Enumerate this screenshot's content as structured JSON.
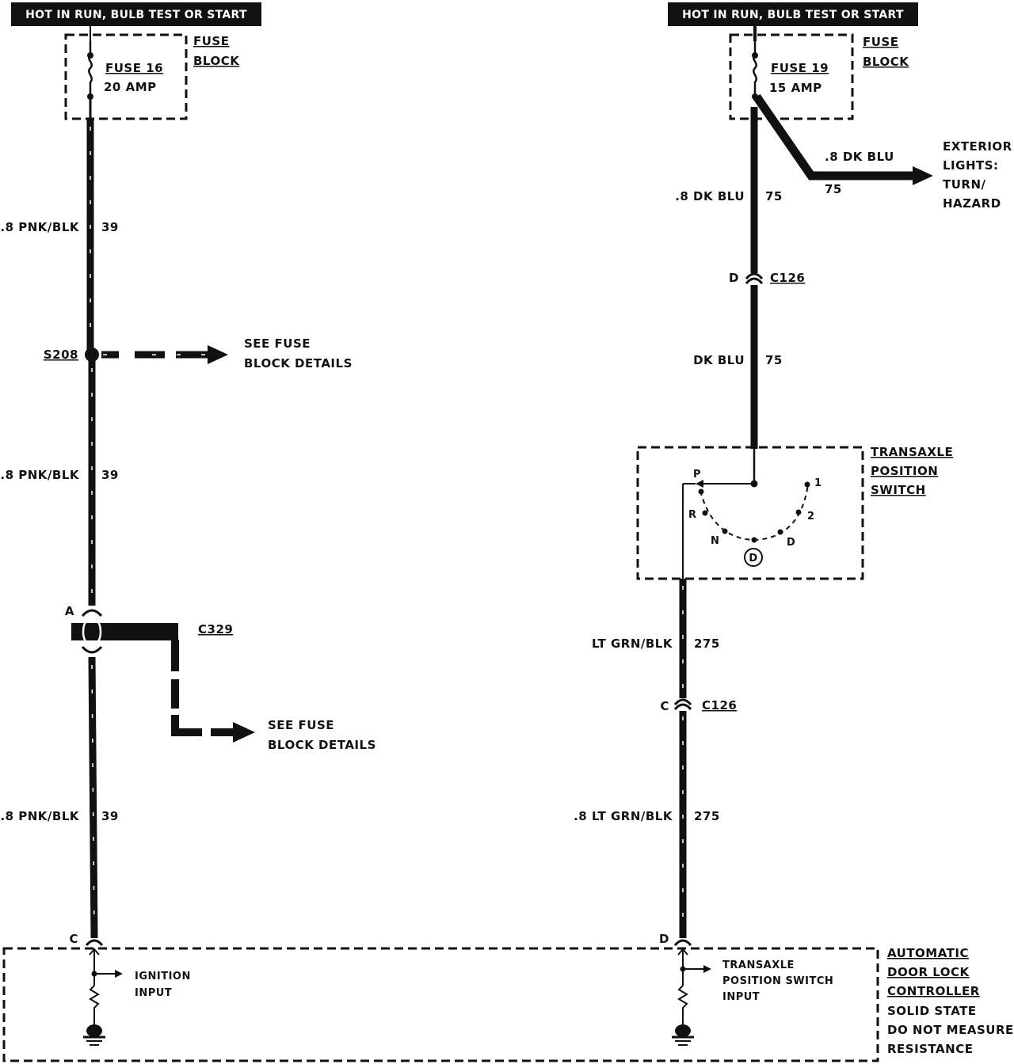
{
  "header_left": "HOT IN RUN, BULB TEST OR START",
  "header_right": "HOT IN RUN, BULB TEST OR START",
  "fuse_block_left": {
    "line1": "FUSE",
    "line2": "BLOCK"
  },
  "fuse_block_right": {
    "line1": "FUSE",
    "line2": "BLOCK"
  },
  "fuse16": {
    "name": "FUSE 16",
    "rating": "20 AMP"
  },
  "fuse19": {
    "name": "FUSE 19",
    "rating": "15 AMP"
  },
  "left_circuit": {
    "wire1": {
      "spec": ".8 PNK/BLK",
      "circuit": "39"
    },
    "splice": "S208",
    "splice_dest": {
      "line1": "SEE FUSE",
      "line2": "BLOCK DETAILS"
    },
    "wire2": {
      "spec": ".8 PNK/BLK",
      "circuit": "39"
    },
    "connector_pin": "A",
    "connector": "C329",
    "connector_dest": {
      "line1": "SEE FUSE",
      "line2": "BLOCK DETAILS"
    },
    "wire3": {
      "spec": ".8 PNK/BLK",
      "circuit": "39"
    },
    "terminal_pin": "C"
  },
  "right_circuit": {
    "branch": {
      "spec": ".8 DK BLU",
      "circuit": "75"
    },
    "branch_dest": {
      "line1": "EXTERIOR",
      "line2": "LIGHTS:",
      "line3": "TURN/",
      "line4": "HAZARD"
    },
    "wire1": {
      "spec": ".8 DK BLU",
      "circuit": "75"
    },
    "connector1_pin": "D",
    "connector1": "C126",
    "wire2": {
      "spec": "DK BLU",
      "circuit": "75"
    },
    "switch": {
      "line1": "TRANSAXLE",
      "line2": "POSITION",
      "line3": "SWITCH"
    },
    "positions": {
      "p": "P",
      "r": "R",
      "n": "N",
      "d_circle": "D",
      "d": "D",
      "two": "2",
      "one": "1"
    },
    "wire3": {
      "spec": "LT GRN/BLK",
      "circuit": "275"
    },
    "connector2_pin": "C",
    "connector2": "C126",
    "wire4": {
      "spec": ".8 LT GRN/BLK",
      "circuit": "275"
    },
    "terminal_pin": "D"
  },
  "controller": {
    "ignition_input": {
      "line1": "IGNITION",
      "line2": "INPUT"
    },
    "transaxle_input": {
      "line1": "TRANSAXLE",
      "line2": "POSITION SWITCH",
      "line3": "INPUT"
    },
    "name": {
      "line1": "AUTOMATIC",
      "line2": "DOOR LOCK",
      "line3": "CONTROLLER"
    },
    "note": {
      "line1": "SOLID STATE",
      "line2": "DO NOT MEASURE",
      "line3": "RESISTANCE"
    }
  }
}
